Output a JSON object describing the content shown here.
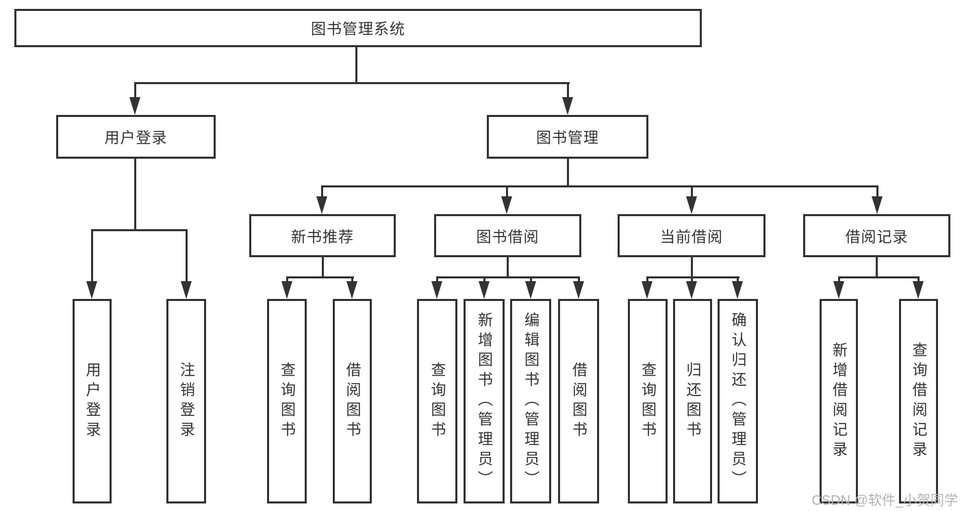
{
  "diagram_type": "hierarchy-tree",
  "nodes": {
    "root": "图书管理系统",
    "user_login": "用户登录",
    "book_mgmt": "图书管理",
    "new_books": "新书推荐",
    "book_borrow": "图书借阅",
    "current_borrow": "当前借阅",
    "borrow_records": "借阅记录",
    "leaves": {
      "user": [
        "用户登录",
        "注销登录"
      ],
      "recommend": [
        "查询图书",
        "借阅图书"
      ],
      "borrow": [
        "查询图书",
        "新增图书（管理员）",
        "编辑图书（管理员）",
        "借阅图书"
      ],
      "current": [
        "查询图书",
        "归还图书",
        "确认归还（管理员）"
      ],
      "records": [
        "新增借阅记录",
        "查询借阅记录"
      ]
    }
  },
  "watermark": "CSDN @软件_小贺同学",
  "colors": {
    "line": "#333333",
    "text": "#333333",
    "watermark": "#b3b3b3",
    "background": "#ffffff"
  }
}
